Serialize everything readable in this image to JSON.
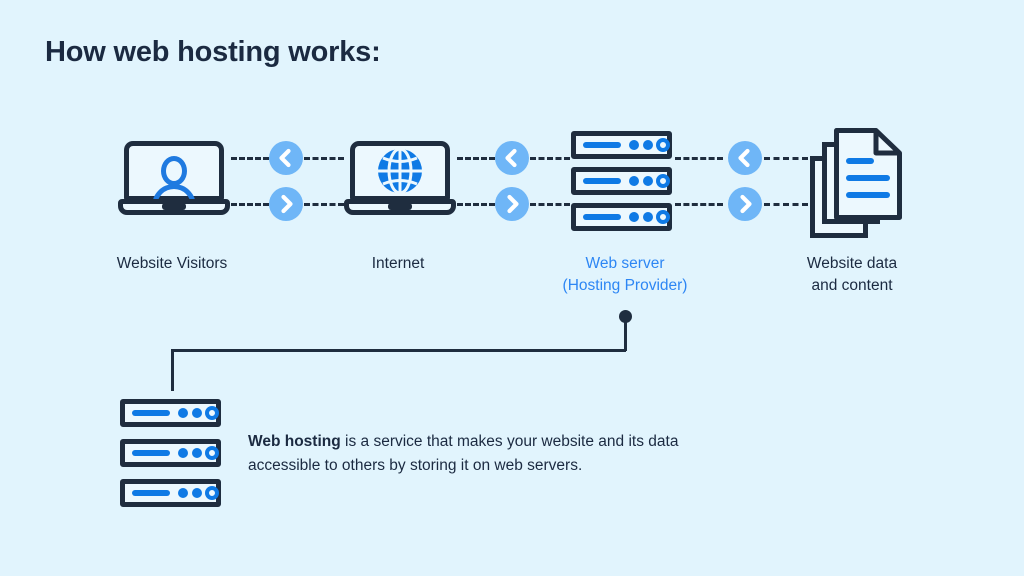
{
  "page": {
    "title": "How web hosting works:",
    "background_color": "#e1f4fd",
    "text_color": "#1b2a41",
    "accent_blue": "#2d86f4",
    "icon_blue": "#0f7ae5",
    "badge_blue": "#6fb6f7"
  },
  "flow": {
    "nodes": [
      {
        "id": "website-visitors",
        "icon": "laptop-user-icon",
        "label": "Website Visitors",
        "label_color": "#1b2a41"
      },
      {
        "id": "internet",
        "icon": "laptop-globe-icon",
        "label": "Internet",
        "label_color": "#1b2a41"
      },
      {
        "id": "web-server",
        "icon": "server-rack-icon",
        "label_line1": "Web server",
        "label_line2": "(Hosting Provider)",
        "label_color": "#2d86f4"
      },
      {
        "id": "website-data",
        "icon": "documents-stack-icon",
        "label_line1": "Website data",
        "label_line2": "and content",
        "label_color": "#1b2a41"
      }
    ],
    "connectors": [
      {
        "id": "connector-1",
        "back_arrow": "chevron-left-icon",
        "forward_arrow": "chevron-right-icon"
      },
      {
        "id": "connector-2",
        "back_arrow": "chevron-left-icon",
        "forward_arrow": "chevron-right-icon"
      },
      {
        "id": "connector-3",
        "back_arrow": "chevron-left-icon",
        "forward_arrow": "chevron-right-icon"
      }
    ]
  },
  "callout": {
    "icon": "server-rack-icon",
    "term": "Web hosting",
    "text": " is a service that makes your website and its data accessible to others by storing it on web servers."
  }
}
